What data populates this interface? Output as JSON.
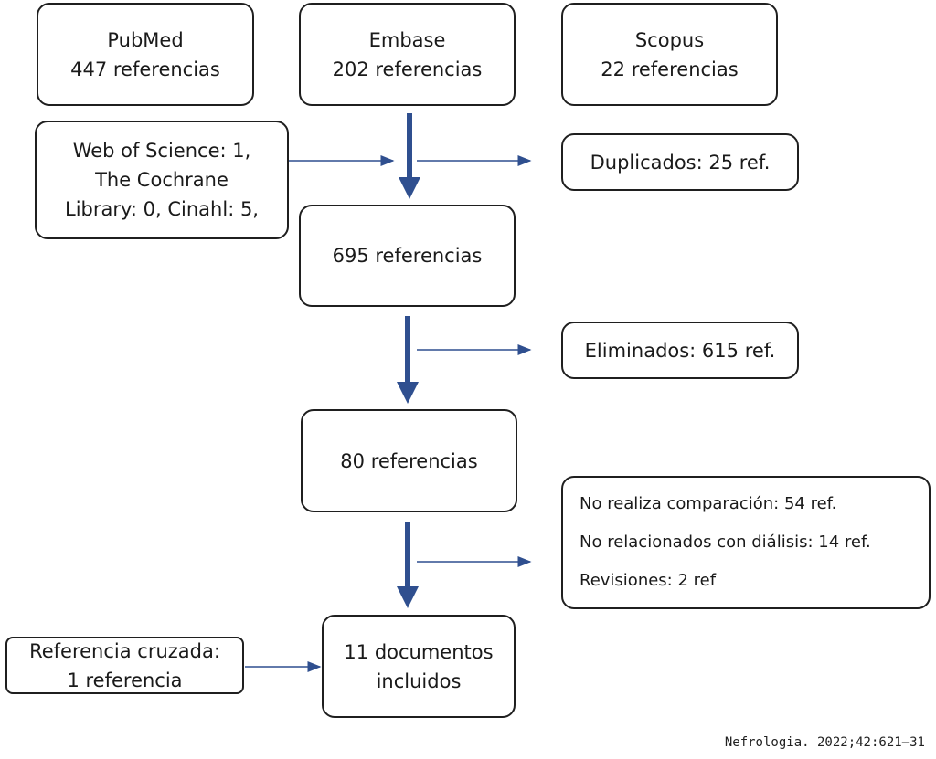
{
  "sources": {
    "pubmed": {
      "name": "PubMed",
      "count": "447 referencias"
    },
    "embase": {
      "name": "Embase",
      "count": "202 referencias"
    },
    "scopus": {
      "name": "Scopus",
      "count": "22 referencias"
    },
    "others": {
      "line1": "Web of Science: 1,",
      "line2": "The Cochrane",
      "line3": "Library: 0, Cinahl: 5,"
    }
  },
  "excluded": {
    "duplicates": "Duplicados: 25 ref.",
    "eliminated": "Eliminados: 615 ref.",
    "reasons": [
      "No realiza comparación: 54 ref.",
      "No relacionados con diálisis: 14 ref.",
      "Revisiones: 2 ref"
    ]
  },
  "stages": {
    "after_dedup": "695 referencias",
    "after_screen": "80 referencias",
    "included_line1": "11 documentos",
    "included_line2": "incluidos"
  },
  "cross_reference": {
    "line1": "Referencia cruzada:",
    "line2": "1 referencia"
  },
  "citation": "Nefrologia. 2022;42:621–31",
  "colors": {
    "arrow": "#2f4f8f",
    "border": "#1f1f1f"
  }
}
